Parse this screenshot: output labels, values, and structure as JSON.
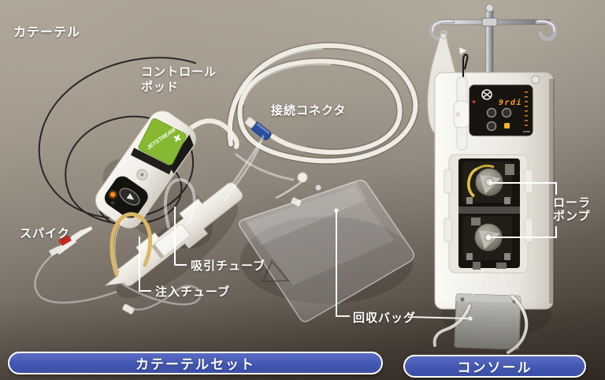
{
  "annotations": {
    "catheter": "カテーテル",
    "control_pod_line1": "コントロール",
    "control_pod_line2": "ポッド",
    "connector": "接続コネクタ",
    "spike": "スパイク",
    "suction_tube": "吸引チューブ",
    "injection_tube": "注入チューブ",
    "recovery_bag": "回収バッグ",
    "roller_pump_line1": "ローラ",
    "roller_pump_line2": "ポンプ"
  },
  "footer": {
    "catheter_set": "カテーテルセット",
    "console": "コンソール"
  },
  "devices": {
    "control_pod_brand": "JETSTREAM",
    "console_display_readout": "9rdi"
  },
  "colors": {
    "footer_pill_blue": "#4257b2",
    "pod_label_green": "#86b832",
    "connector_blue": "#2a4fa0",
    "display_orange": "#ff9d20",
    "injection_tube_yellow": "#d9b765",
    "spike_valve_red": "#c22a22"
  }
}
